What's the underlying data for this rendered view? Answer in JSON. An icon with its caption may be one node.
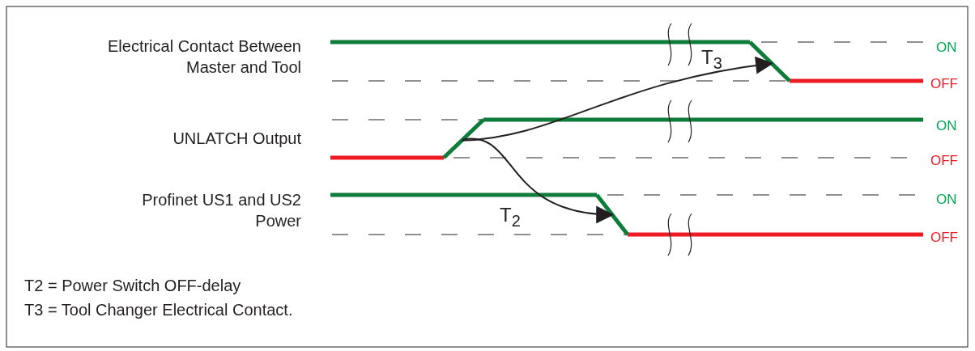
{
  "diagram": {
    "nodes": [
      {
        "text": [],
        "shape": "bar"
      },
      {
        "text": [],
        "shape": "bar"
      },
      {
        "text": [],
        "shape": "bar"
      }
    ],
    "edges": [
      {
        "from": 1,
        "to": 0,
        "arrow": "to",
        "label": "T$_{3}$"
      },
      {
        "from": 1,
        "to": 2,
        "arrow": "to",
        "label": "T$_{2}$"
      }
    ],
    "labels": [
      "Electrical Contact Between Master and Tool",
      "ON",
      "OFF",
      "UNLATCH Output",
      "ON",
      "OFF",
      "Profinet US1 and US2 Power",
      "ON",
      "OFF",
      "T2 = Power Switch OFF-delay",
      "T3 = Tool Changer Electrical Contact."
    ]
  }
}
